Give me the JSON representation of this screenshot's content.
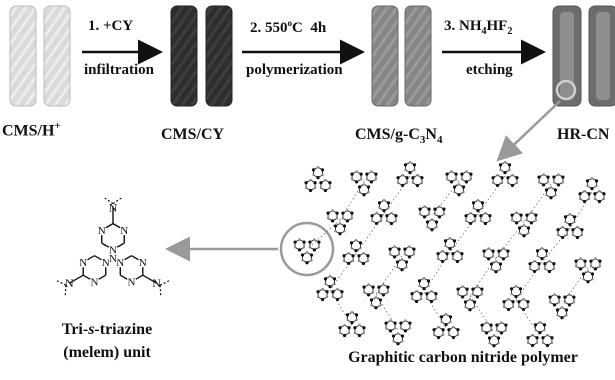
{
  "steps": [
    {
      "label_top": "1. +CY",
      "label_bottom": "infiltration"
    },
    {
      "label_top": "2. 550°C  4h",
      "label_bottom": "polymerization"
    },
    {
      "label_top": "3. NH4HF2",
      "label_bottom": "etching"
    }
  ],
  "materials": [
    {
      "label": "CMS/H+",
      "color": "#d6d6d6"
    },
    {
      "label": "CMS/CY",
      "color": "#2b2b2b"
    },
    {
      "label": "CMS/g-C3N4",
      "color": "#828282"
    },
    {
      "label": "HR-CN",
      "color": "#6e6e6e"
    }
  ],
  "captions": {
    "unit_line1": "Tri-s-triazine",
    "unit_line2": "(melem) unit",
    "polymer": "Graphitic carbon nitride polymer"
  },
  "atom_labels": {
    "nitrogen": "N"
  }
}
